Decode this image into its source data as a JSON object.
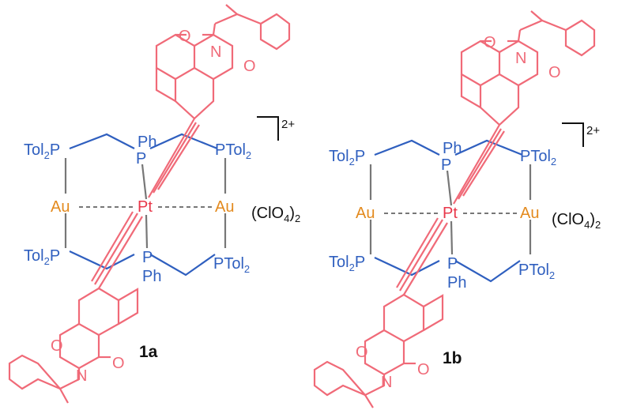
{
  "compounds": [
    {
      "id": "1a",
      "labels": {
        "tol2p_tl": "Tol",
        "tol2p_bl": "Tol",
        "ptol2_tr": "PTol",
        "ptol2_br": "PTol",
        "ph_top": "Ph",
        "ph_bottom": "Ph",
        "p_top": "P",
        "p_bottom": "P",
        "au_left": "Au",
        "au_right": "Au",
        "pt": "Pt",
        "o1": "O",
        "o2": "O",
        "o3": "O",
        "o4": "O",
        "n_top": "N",
        "n_bottom": "N",
        "charge": "2+",
        "anion": "(ClO",
        "compound_label": "1a"
      }
    },
    {
      "id": "1b",
      "labels": {
        "tol2p_tl": "Tol",
        "tol2p_bl": "Tol",
        "ptol2_tr": "PTol",
        "ptol2_br": "PTol",
        "ph_top": "Ph",
        "ph_bottom": "Ph",
        "p_top": "P",
        "p_bottom": "P",
        "au_left": "Au",
        "au_right": "Au",
        "pt": "Pt",
        "o1": "O",
        "o2": "O",
        "o3": "O",
        "o4": "O",
        "n_top": "N",
        "n_bottom": "N",
        "charge": "2+",
        "anion": "(ClO",
        "compound_label": "1b"
      }
    }
  ],
  "subscripts": {
    "two": "2",
    "four": "4"
  },
  "colors": {
    "phosphine": "#2f5fbf",
    "platinum": "#e8374a",
    "gold": "#e38a1e",
    "naphthalimide": "#f06a78"
  }
}
